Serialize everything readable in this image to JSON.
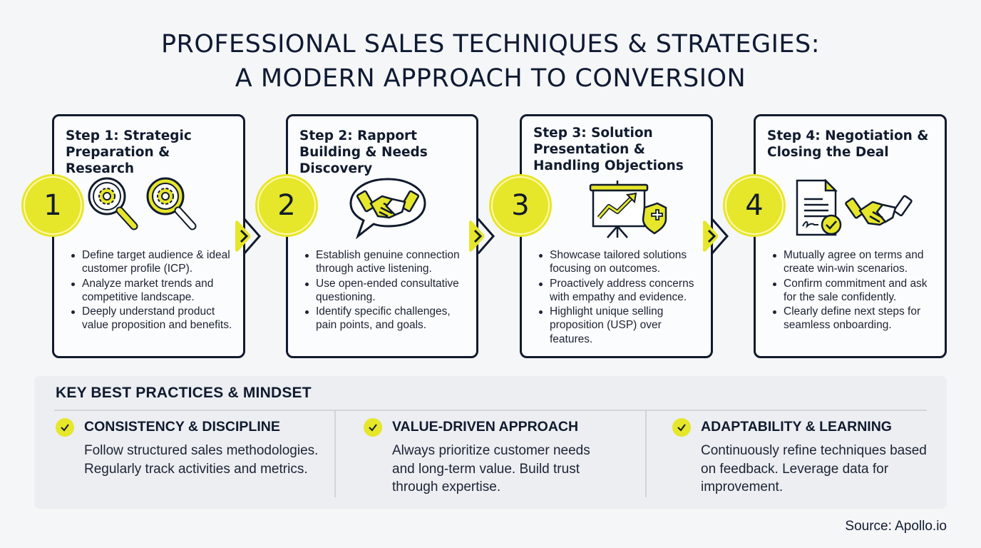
{
  "title": {
    "line1": "PROFESSIONAL SALES TECHNIQUES & STRATEGIES:",
    "line2": "A MODERN APPROACH TO CONVERSION"
  },
  "colors": {
    "accent_yellow": "#e6e62b",
    "navy": "#111b2e",
    "background": "#f5f6f8",
    "panel": "#eceef2"
  },
  "steps": [
    {
      "number": "1",
      "title": "Step 1: Strategic Preparation & Research",
      "icons": [
        "magnifier-gear-icon",
        "magnifier-gear-icon"
      ],
      "bullets": [
        "Define target audience & ideal customer profile (ICP).",
        "Analyze market trends and competitive landscape.",
        "Deeply understand product value proposition and benefits."
      ]
    },
    {
      "number": "2",
      "title": "Step 2: Rapport Building & Needs Discovery",
      "icons": [
        "speech-bubble-handshake-icon"
      ],
      "bullets": [
        "Establish genuine connection through active listening.",
        "Use open-ended consultative questioning.",
        "Identify specific challenges, pain points, and goals."
      ]
    },
    {
      "number": "3",
      "title": "Step 3: Solution Presentation & Handling Objections",
      "icons": [
        "presentation-chart-icon",
        "shield-plus-icon"
      ],
      "bullets": [
        "Showcase tailored solutions focusing on outcomes.",
        "Proactively address concerns with empathy and evidence.",
        "Highlight unique selling proposition (USP) over features."
      ]
    },
    {
      "number": "4",
      "title": "Step 4: Negotiation & Closing the Deal",
      "icons": [
        "signed-contract-icon",
        "handshake-icon"
      ],
      "bullets": [
        "Mutually agree on terms and create win-win scenarios.",
        "Confirm commitment and ask for the sale confidently.",
        "Clearly define next steps for seamless onboarding."
      ]
    }
  ],
  "practices": {
    "title": "KEY BEST PRACTICES & MINDSET",
    "items": [
      {
        "icon": "check-icon",
        "heading": "CONSISTENCY & DISCIPLINE",
        "text": "Follow structured sales methodologies. Regularly track activities and metrics."
      },
      {
        "icon": "check-icon",
        "heading": "VALUE-DRIVEN APPROACH",
        "text": "Always prioritize customer needs and long-term value. Build trust through expertise."
      },
      {
        "icon": "check-icon",
        "heading": "ADAPTABILITY & LEARNING",
        "text": "Continuously refine techniques based on feedback. Leverage data for improvement."
      }
    ]
  },
  "source": "Source: Apollo.io"
}
